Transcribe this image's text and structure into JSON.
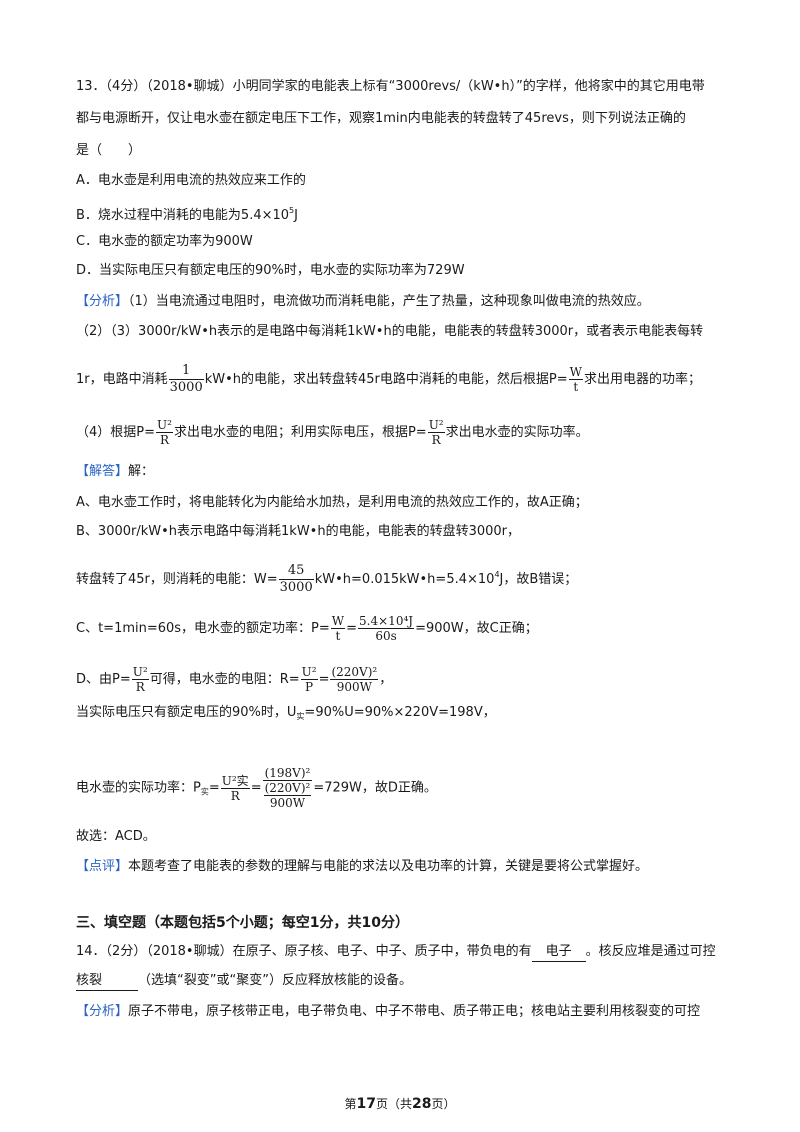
{
  "q13": {
    "line1": "13．（4分）（2018•聊城）小明同学家的电能表上标有“3000revs/（kW•h）”的字样，他将家中的其它用电带",
    "line2": "都与电源断开，仅让电水壶在额定电压下工作，观察1min内电能表的转盘转了45revs，则下列说法正确的",
    "line3": "是（　　）",
    "optA": "A．电水壶是利用电流的热效应来工作的",
    "optB_pre": "B．烧水过程中消耗的电能为5.4×10",
    "optB_sup": "5",
    "optB_post": "J",
    "optC": "C．电水壶的额定功率为900W",
    "optD": "D．当实际电压只有额定电压的90%时，电水壶的实际功率为729W"
  },
  "analysis13": {
    "tag": "【分析】",
    "p1": "（1）当电流通过电阻时，电流做功而消耗电能，产生了热量，这种现象叫做电流的热效应。",
    "p2": "（2）（3）3000r/kW•h表示的是电路中每消耗1kW•h的电能，电能表的转盘转3000r，或者表示电能表每转",
    "p3_a": "1r，电路中消耗",
    "p3_num": "1",
    "p3_den": "3000",
    "p3_b": "kW•h的电能，求出转盘转45r电路中消耗的电能，然后根据P=",
    "p3_fnum": "W",
    "p3_fden": "t",
    "p3_c": "求出用电器的功率；",
    "p4_a": "（4）根据P=",
    "p4_num": "U²",
    "p4_den": "R",
    "p4_b": "求出电水壶的电阻；利用实际电压，根据P=",
    "p4_c": "求出电水壶的实际功率。"
  },
  "solution13": {
    "tag": "【解答】",
    "tag_after": "解：",
    "a": "A、电水壶工作时，将电能转化为内能给水加热，是利用电流的热效应工作的，故A正确；",
    "b1": "B、3000r/kW•h表示电路中每消耗1kW•h的电能，电能表的转盘转3000r，",
    "b2_a": "转盘转了45r，则消耗的电能：W=",
    "b2_num": "45",
    "b2_den": "3000",
    "b2_b": "kW•h=0.015kW•h=5.4×10",
    "b2_sup": "4",
    "b2_c": "J，故B错误；",
    "c_a": "C、t=1min=60s，电水壶的额定功率：P=",
    "c_f1n": "W",
    "c_f1d": "t",
    "c_eq": "=",
    "c_f2n": "5.4×10⁴J",
    "c_f2d": "60s",
    "c_b": "=900W，故C正确；",
    "d1_a": "D、由P=",
    "d1_num": "U²",
    "d1_den": "R",
    "d1_b": "可得，电水壶的电阻：R=",
    "d1_f2n": "U²",
    "d1_f2d": "P",
    "d1_eq": "=",
    "d1_f3n": "(220V)²",
    "d1_f3d": "900W",
    "d1_c": "，",
    "d2_a": "当实际电压只有额定电压的90%时，U",
    "d2_sub": "实",
    "d2_b": "=90%U=90%×220V=198V，",
    "d3_a": "电水壶的实际功率：P",
    "d3_sub": "实",
    "d3_eq": "=",
    "d3_f1n": "U²实",
    "d3_f1d": "R",
    "d3_f2n": "(198V)²",
    "d3_f2d_n": "(220V)²",
    "d3_f2d_d": "900W",
    "d3_b": "=729W，故D正确。",
    "choice": "故选：ACD。"
  },
  "comment13": {
    "tag": "【点评】",
    "text": "本题考查了电能表的参数的理解与电能的求法以及电功率的计算，关键是要将公式掌握好。"
  },
  "section3": {
    "heading": "三、填空题（本题包括5个小题；每空1分，共10分）"
  },
  "q14": {
    "l1_a": "14．（2分）（2018•聊城）在原子、原子核、电子、中子、质子中，带负电的有",
    "blank1": "电子",
    "l1_b": "。核反应堆是通过可控",
    "blank2": "核裂",
    "l2_b": "（选填“裂变”或“聚变”）反应释放核能的设备。",
    "analysis_tag": "【分析】",
    "analysis": "原子不带电，原子核带正电，电子带负电、中子不带电、质子带正电；核电站主要利用核裂变的可控"
  },
  "footer": {
    "pre": "第",
    "page": "17",
    "mid": "页（共",
    "total": "28",
    "post": "页）"
  }
}
